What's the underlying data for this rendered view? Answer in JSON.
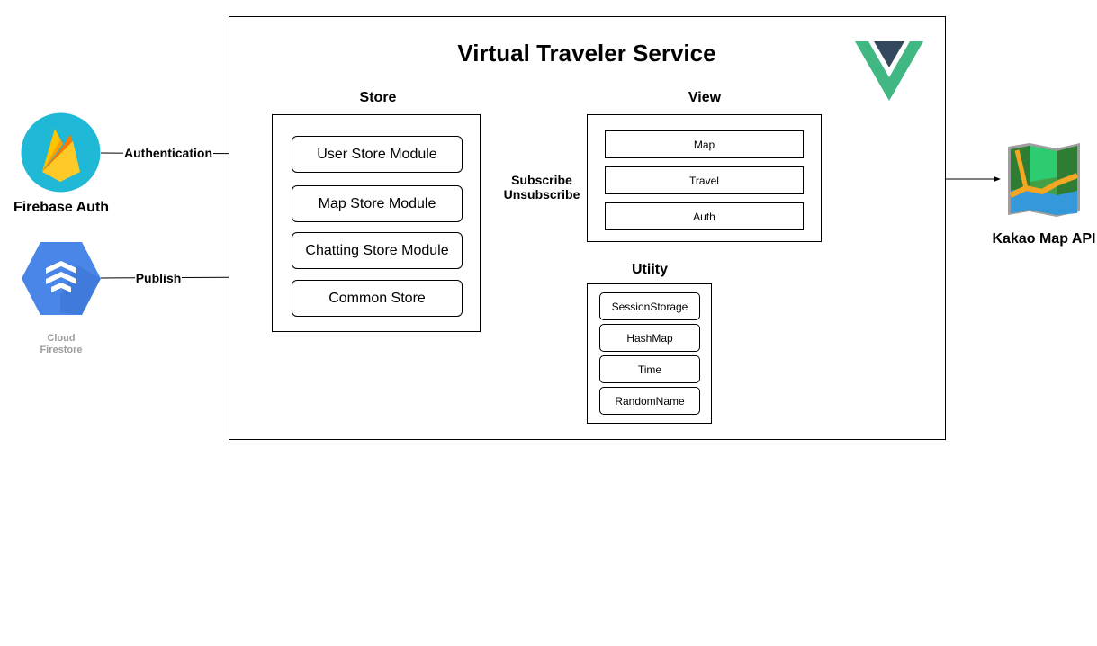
{
  "service": {
    "title": "Virtual Traveler Service"
  },
  "store": {
    "label": "Store",
    "modules": [
      "User Store Module",
      "Map Store Module",
      "Chatting Store Module",
      "Common Store"
    ]
  },
  "view": {
    "label": "View",
    "items": [
      "Map",
      "Travel",
      "Auth"
    ]
  },
  "utility": {
    "label": "Utiity",
    "items": [
      "SessionStorage",
      "HashMap",
      "Time",
      "RandomName"
    ]
  },
  "externals": {
    "firebase_auth": "Firebase Auth",
    "cloud_firestore_line1": "Cloud",
    "cloud_firestore_line2": "Firestore",
    "kakao_map_api": "Kakao Map API"
  },
  "edges": {
    "authentication": "Authentication",
    "publish": "Publish",
    "subscribe_line1": "Subscribe",
    "subscribe_line2": "Unsubscribe"
  },
  "colors": {
    "vue_green": "#41B883",
    "vue_dark": "#34495E",
    "firebase_bg": "#1FB8D6",
    "firestore_blue": "#4A86E8",
    "firestore_label": "#9E9E9E"
  },
  "icons": [
    "firebase-icon",
    "cloud-firestore-icon",
    "kakao-map-icon",
    "vue-logo-icon"
  ]
}
